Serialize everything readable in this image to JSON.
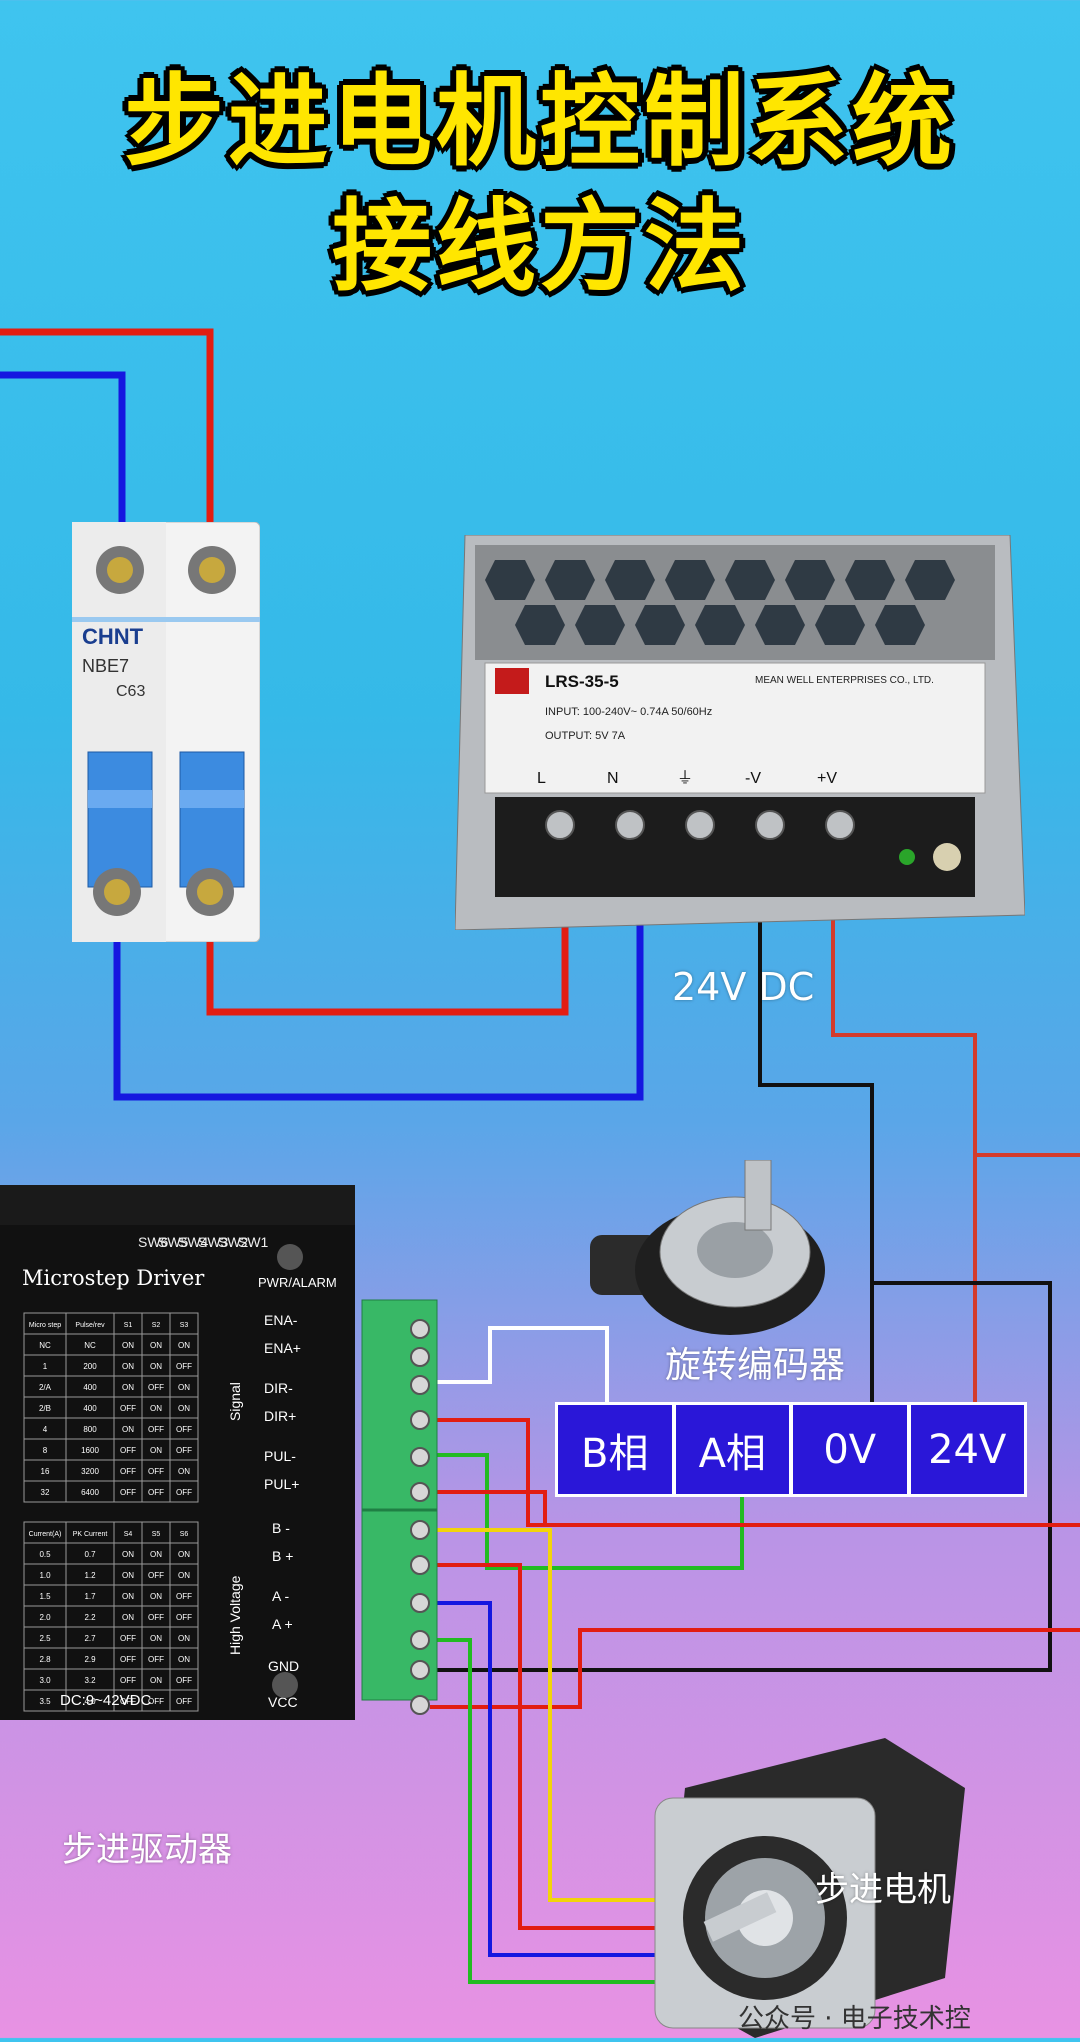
{
  "title": {
    "line1": "步进电机控制系统",
    "line2": "接线方法"
  },
  "breaker": {
    "brand": "CHNT",
    "model": "NBE7",
    "rating": "C63"
  },
  "psu": {
    "model": "LRS-35-5",
    "maker": "MEAN WELL ENTERPRISES CO., LTD.",
    "input": "INPUT: 100-240V~ 0.74A 50/60Hz",
    "output": "OUTPUT: 5V 7A",
    "terminals": [
      "L",
      "N",
      "⏚",
      "-V",
      "+V"
    ]
  },
  "labels": {
    "dc": "24V DC",
    "encoder": "旋转编码器",
    "driver": "步进驱动器",
    "motor": "步进电机",
    "watermark": "公众号 · 电子技术控"
  },
  "encoder_table": [
    "B相",
    "A相",
    "0V",
    "24V"
  ],
  "driver": {
    "name": "Microstep Driver",
    "sw_labels": [
      "SW6",
      "SW5",
      "SW4",
      "SW3",
      "SW2",
      "SW1"
    ],
    "alarm": "PWR/ALARM",
    "signal_group": "Signal",
    "voltage_group": "High Voltage",
    "terminals": [
      "ENA-",
      "ENA+",
      "DIR-",
      "DIR+",
      "PUL-",
      "PUL+",
      "B -",
      "B +",
      "A -",
      "A +",
      "GND",
      "VCC"
    ],
    "dc_range": "DC:9~42VDC",
    "micro_headers": [
      "Micro step",
      "Pulse/rev",
      "S1",
      "S2",
      "S3"
    ],
    "micro_rows": [
      [
        "NC",
        "NC",
        "ON",
        "ON",
        "ON"
      ],
      [
        "1",
        "200",
        "ON",
        "ON",
        "OFF"
      ],
      [
        "2/A",
        "400",
        "ON",
        "OFF",
        "ON"
      ],
      [
        "2/B",
        "400",
        "OFF",
        "ON",
        "ON"
      ],
      [
        "4",
        "800",
        "ON",
        "OFF",
        "OFF"
      ],
      [
        "8",
        "1600",
        "OFF",
        "ON",
        "OFF"
      ],
      [
        "16",
        "3200",
        "OFF",
        "OFF",
        "ON"
      ],
      [
        "32",
        "6400",
        "OFF",
        "OFF",
        "OFF"
      ]
    ],
    "current_headers": [
      "Current(A)",
      "PK Current",
      "S4",
      "S5",
      "S6"
    ],
    "current_rows": [
      [
        "0.5",
        "0.7",
        "ON",
        "ON",
        "ON"
      ],
      [
        "1.0",
        "1.2",
        "ON",
        "OFF",
        "ON"
      ],
      [
        "1.5",
        "1.7",
        "ON",
        "ON",
        "OFF"
      ],
      [
        "2.0",
        "2.2",
        "ON",
        "OFF",
        "OFF"
      ],
      [
        "2.5",
        "2.7",
        "OFF",
        "ON",
        "ON"
      ],
      [
        "2.8",
        "2.9",
        "OFF",
        "OFF",
        "ON"
      ],
      [
        "3.0",
        "3.2",
        "OFF",
        "ON",
        "OFF"
      ],
      [
        "3.5",
        "4.0",
        "OFF",
        "OFF",
        "OFF"
      ]
    ]
  },
  "colors": {
    "red_wire": "#e21d12",
    "blue_wire": "#1517e0",
    "black_wire": "#111111",
    "white_wire": "#ffffff",
    "green_wire": "#22bb22",
    "yellow_wire": "#f2d40a",
    "title": "#ffe600",
    "encoder_cell": "#2a17d8"
  }
}
